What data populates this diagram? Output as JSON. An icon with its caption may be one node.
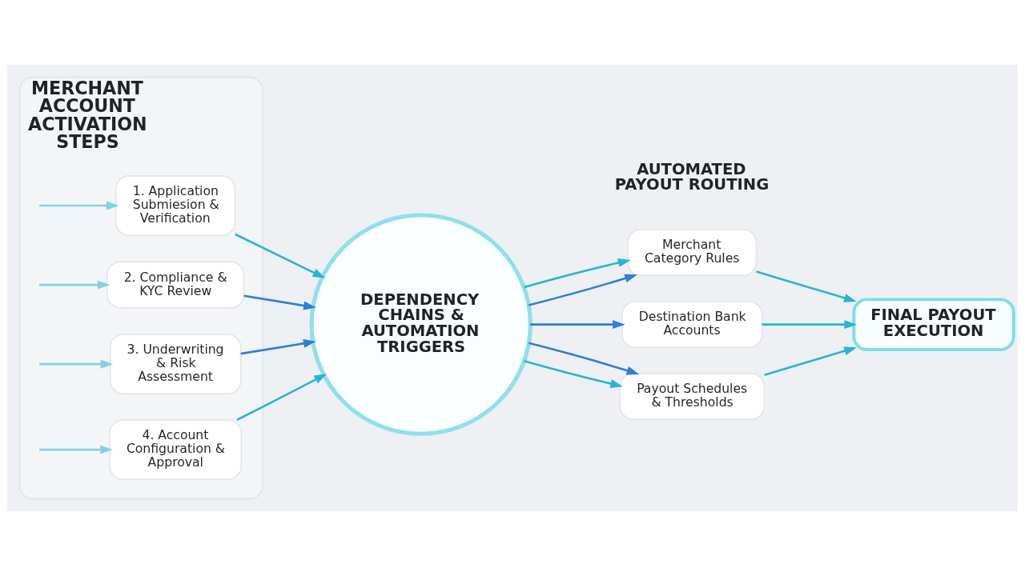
{
  "diagram": {
    "nodes": [
      {
        "text": [
          "MERCHANT ACCOUNT ACTIVATION STEPS"
        ]
      },
      {
        "text": [
          "1. Application Submiesion & Verification"
        ],
        "in": 0
      },
      {
        "text": [
          "2. Compliance & KYC Review"
        ],
        "in": 0
      },
      {
        "text": [
          "3. Underwriting & Risk Assessment"
        ],
        "in": 0
      },
      {
        "text": [
          "4. Account Configuration & Approval"
        ],
        "in": 0
      },
      {
        "text": [
          "DEPENDENCY CHAINS & AUTOMATION TRIGGERS"
        ]
      },
      {
        "text": [
          "Merchant Category Rules"
        ]
      },
      {
        "text": [
          "Destination Bank Accounts"
        ]
      },
      {
        "text": [
          "Payout Schedules & Thresholds"
        ]
      },
      {
        "text": [
          "FINAL PAYOUT EXECUTION"
        ]
      }
    ],
    "edges": [
      {
        "from": null,
        "to": 1,
        "arrow": "to",
        "color": "#7fd3e3"
      },
      {
        "from": null,
        "to": 2,
        "arrow": "to",
        "color": "#7fd3e3"
      },
      {
        "from": null,
        "to": 3,
        "arrow": "to",
        "color": "#7fd3e3"
      },
      {
        "from": null,
        "to": 4,
        "arrow": "to",
        "color": "#7fd3e3"
      },
      {
        "from": 1,
        "to": 5,
        "arrow": "to"
      },
      {
        "from": 2,
        "to": 5,
        "arrow": "to",
        "color": "#2b80d8"
      },
      {
        "from": 3,
        "to": 5,
        "arrow": "to",
        "color": "#2b80d8"
      },
      {
        "from": 4,
        "to": 5,
        "arrow": "to"
      },
      {
        "from": 5,
        "to": 6,
        "arrow": "to",
        "color": "#2b80d8"
      },
      {
        "from": 5,
        "to": 6,
        "arrow": "to"
      },
      {
        "from": 5,
        "to": 7,
        "arrow": "to",
        "color": "#2b80d8"
      },
      {
        "from": 5,
        "to": 8,
        "arrow": "to"
      },
      {
        "from": 5,
        "to": 8,
        "arrow": "to",
        "color": "#2b80d8"
      },
      {
        "from": 6,
        "to": 9,
        "arrow": "to"
      },
      {
        "from": 7,
        "to": 9,
        "arrow": "to"
      },
      {
        "from": 8,
        "to": 9,
        "arrow": "to"
      }
    ],
    "labels": [
      "AUTOMATED PAYOUT ROUTING"
    ]
  }
}
